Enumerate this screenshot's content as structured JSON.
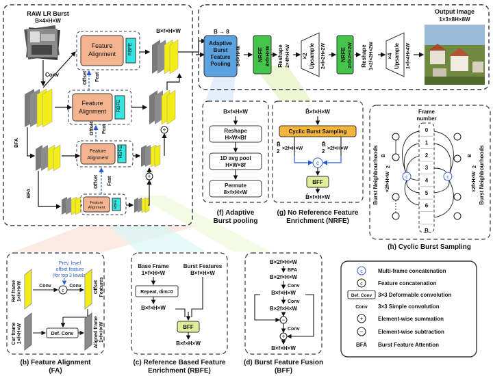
{
  "main": {
    "input_label": "RAW LR Burst",
    "input_dims": "B×4×H×W",
    "conv": "Conv",
    "bfa": "BFA",
    "fa": "Feature Alignment",
    "fa_small": "Feature Alignment",
    "rbfe": "RBFE",
    "offset": "Offset",
    "feat": "Feat",
    "dims_top": "B×f×H×W"
  },
  "pipeline": {
    "b_to_8": "B → 8",
    "abfp": [
      "Adaptive",
      "Burst",
      "Feature",
      "Pooling"
    ],
    "abfp_dims": "8×f×H×W",
    "nrfe1": "NRFE",
    "nrfe1_dims": "8×f×H×W",
    "reshape1": "Reshape",
    "reshape1_dims": "2×4f×H×W",
    "up2": "×2",
    "upsample": "Upsample",
    "up2_dims": "2×f×2H×2W",
    "nrfe2": "NRFE",
    "nrfe2_dims": "2×f×2H×2W",
    "reshape2": "Reshape",
    "reshape2_dims": "1×2f×2H×2W",
    "up4": "×4",
    "up4_dims": "1×f×4H×4W",
    "out_title": "Output Image",
    "out_dims": "1×3×8H×8W"
  },
  "abfp_panel": {
    "in": "B×f×H×W",
    "reshape": "Reshape",
    "reshape_dims": "H×W×Bf",
    "pool": "1D avg pool",
    "pool_dims": "H×W×8f",
    "permute": "Permute",
    "permute_dims": "8×f×H×W",
    "caption": [
      "(f) Adaptive",
      "Burst pooling"
    ]
  },
  "nrfe_panel": {
    "in": "B̂×f×H×W",
    "cbs": "Cyclic Burst Sampling",
    "left_dims": "×2f×H×W",
    "right_dims": "×2f×H×W",
    "frac_num": "B̂",
    "frac_den": "2",
    "bff": "BFF",
    "out": "B̂×f×H×W",
    "caption": [
      "(g) No Reference Feature",
      "Enrichment (NRFE)"
    ]
  },
  "cbs_panel": {
    "frame_label": "Frame",
    "number_label": "number",
    "frames": [
      "0",
      "1",
      "2",
      "3",
      "4",
      "5",
      "6",
      "",
      "B"
    ],
    "left_axis": "Burst Neighbourhoods",
    "right_axis": "Burst Neighbourhoods",
    "left_dims": "×2f×H×W",
    "right_dims": "×2f×H×W",
    "frac_num": "B",
    "frac_den": "2",
    "caption": "(h) Cyclic Burst Sampling"
  },
  "fa_panel": {
    "prev1": "Prev. level",
    "prev2": "offset feature",
    "prev3": "(for top 3 levels)",
    "ref_frame": "Ref frame",
    "ref_dims": "1×f×H×W",
    "conv": "Conv",
    "offset_features": "Offset",
    "features": "Features",
    "def_conv": "Def. Conv",
    "cur_frame": "Cur frame",
    "cur_dims": "1×f×H×W",
    "aligned_frame": "Aligned frame",
    "aligned_dims": "1×f×H×W",
    "caption": [
      "(b) Feature Alignment",
      "(FA)"
    ]
  },
  "rbfe_panel": {
    "base": "Base Frame",
    "base_dims": "1×f×H×W",
    "burst": "Burst Features",
    "burst_dims": "B×f×H×W",
    "repeat": "Repeat, dim=0",
    "mid_dims": "B×f×H×W",
    "bff": "BFF",
    "out": "B×f×H×W",
    "caption": [
      "(c) Reference Based Feature",
      "Enrichment (RBFE)"
    ]
  },
  "bff_panel": {
    "in": "B×2f×H×W",
    "bfa": "BFA",
    "d1": "B×2f×H×W",
    "conv1": "Conv",
    "d2": "B×f×H×W",
    "conv2": "Conv",
    "d3": "B×2f×H×W",
    "conv3": "Conv",
    "out": "B×f×H×W",
    "caption": [
      "(d) Burst Feature Fusion",
      "(BFF)"
    ]
  },
  "legend": {
    "multi_concat": "Multi-frame concatenation",
    "feat_concat": "Feature concatenation",
    "def_conv_box": "Def. Conv",
    "def_conv": "3×3 Deformable convolution",
    "conv_box": "Conv",
    "conv": "3×3 Simple convolution",
    "sum": "Element-wise summation",
    "sub": "Element-wise subtraction",
    "bfa_key": "BFA",
    "bfa": "Burst Feature Attention",
    "c": "c"
  },
  "colors": {
    "fa_fill": "#f3b48f",
    "rbfe_fill": "#35e6e0",
    "nrfe_fill": "#44c44a",
    "abfp_fill": "#5aa3e0",
    "cbs_fill": "#f5b43a",
    "bff_fill": "#dfee9a",
    "yellow": "#f2ec17",
    "gray": "#7a7a7a",
    "blue_text": "#2a5bd7"
  }
}
